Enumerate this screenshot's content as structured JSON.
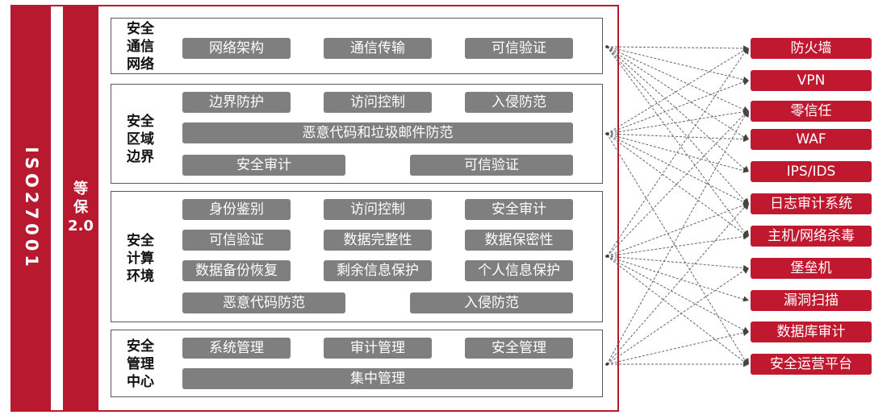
{
  "left_bars": {
    "iso": "ISO27001",
    "dengbao": "等\n保\n2.0"
  },
  "sections": [
    {
      "id": "network",
      "label": "安全\n通信\n网络",
      "items": [
        {
          "name": "network-architecture",
          "text": "网络架构"
        },
        {
          "name": "communication-transmission",
          "text": "通信传输"
        },
        {
          "name": "trusted-verification",
          "text": "可信验证"
        }
      ]
    },
    {
      "id": "boundary",
      "label": "安全\n区域\n边界",
      "items": [
        {
          "name": "boundary-protection",
          "text": "边界防护"
        },
        {
          "name": "access-control",
          "text": "访问控制"
        },
        {
          "name": "intrusion-prevention",
          "text": "入侵防范"
        },
        {
          "name": "malware-spam-prevention",
          "text": "恶意代码和垃圾邮件防范"
        },
        {
          "name": "security-audit",
          "text": "安全审计"
        },
        {
          "name": "trusted-verification",
          "text": "可信验证"
        }
      ]
    },
    {
      "id": "computing",
      "label": "安全\n计算\n环境",
      "items": [
        {
          "name": "identity-authentication",
          "text": "身份鉴别"
        },
        {
          "name": "access-control",
          "text": "访问控制"
        },
        {
          "name": "security-audit",
          "text": "安全审计"
        },
        {
          "name": "trusted-verification",
          "text": "可信验证"
        },
        {
          "name": "data-integrity",
          "text": "数据完整性"
        },
        {
          "name": "data-confidentiality",
          "text": "数据保密性"
        },
        {
          "name": "data-backup-recovery",
          "text": "数据备份恢复"
        },
        {
          "name": "residual-info-protection",
          "text": "剩余信息保护"
        },
        {
          "name": "personal-info-protection",
          "text": "个人信息保护"
        },
        {
          "name": "malware-prevention",
          "text": "恶意代码防范"
        },
        {
          "name": "intrusion-prevention",
          "text": "入侵防范"
        }
      ]
    },
    {
      "id": "management",
      "label": "安全\n管理\n中心",
      "items": [
        {
          "name": "system-management",
          "text": "系统管理"
        },
        {
          "name": "audit-management",
          "text": "审计管理"
        },
        {
          "name": "security-management",
          "text": "安全管理"
        },
        {
          "name": "centralized-management",
          "text": "集中管理"
        }
      ]
    }
  ],
  "products": [
    {
      "name": "firewall",
      "text": "防火墙"
    },
    {
      "name": "vpn",
      "text": "VPN"
    },
    {
      "name": "zero-trust",
      "text": "零信任"
    },
    {
      "name": "waf",
      "text": "WAF"
    },
    {
      "name": "ips-ids",
      "text": "IPS/IDS"
    },
    {
      "name": "log-audit-system",
      "text": "日志审计系统"
    },
    {
      "name": "host-network-antivirus",
      "text": "主机/网络杀毒"
    },
    {
      "name": "bastion-host",
      "text": "堡垒机"
    },
    {
      "name": "vulnerability-scanning",
      "text": "漏洞扫描"
    },
    {
      "name": "database-audit",
      "text": "数据库审计"
    },
    {
      "name": "security-operations-platform",
      "text": "安全运营平台"
    }
  ],
  "links": [
    {
      "section": 0,
      "products": [
        0,
        1,
        2,
        3,
        4,
        5,
        6
      ]
    },
    {
      "section": 1,
      "products": [
        0,
        1,
        2,
        3,
        4,
        5,
        6,
        10
      ]
    },
    {
      "section": 2,
      "products": [
        0,
        2,
        5,
        6,
        7,
        8,
        9,
        10
      ]
    },
    {
      "section": 3,
      "products": [
        2,
        5,
        7,
        9,
        10
      ]
    }
  ]
}
